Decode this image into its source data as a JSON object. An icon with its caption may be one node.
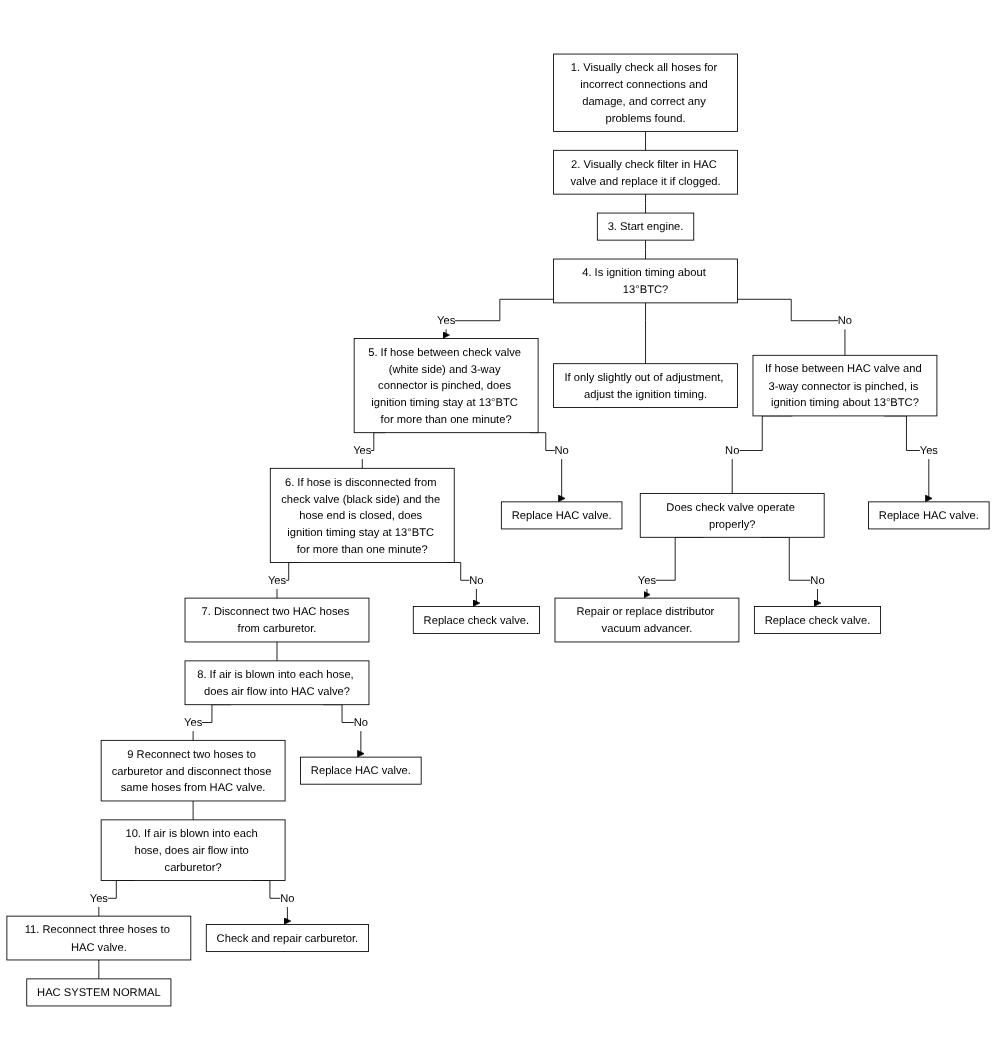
{
  "diagram": {
    "nodes": [
      {
        "text": [
          "1. Visually check all hoses for incorrect connections and damage, and correct any problems found."
        ]
      },
      {
        "text": [
          "2. Visually check filter in HAC valve and replace it if clogged."
        ]
      },
      {
        "text": [
          "3. Start engine."
        ]
      },
      {
        "text": [
          "If only slightly out of adjustment, adjust the ignition timing."
        ]
      },
      {
        "text": [
          "4. Is ignition timing about 13°BTC?"
        ]
      },
      {
        "text": [
          "If hose between HAC valve and 3-way connector is pinched, is ignition timing about 13°BTC?"
        ]
      },
      {
        "text": [
          "Replace HAC valve."
        ]
      },
      {
        "text": [
          "Does check valve operate properly?"
        ]
      },
      {
        "text": [
          "Replace check valve."
        ]
      },
      {
        "text": [
          "5. If hose between check valve (white side) and 3-way connector is pinched, does ignition timing stay at 13°BTC for more than one minute?"
        ]
      },
      {
        "text": [
          "Repair or replace distributor vacuum advancer."
        ]
      },
      {
        "text": [
          "Replace HAC valve."
        ]
      },
      {
        "text": [
          "6. If hose is disconnected from check valve (black side) and the hose end is closed, does ignition timing stay at 13°BTC for more than one minute?"
        ]
      },
      {
        "text": [
          "Replace check valve."
        ]
      },
      {
        "text": [
          "7. Disconnect two HAC hoses from carburetor."
        ]
      },
      {
        "text": [
          "8. If air is blown into each hose, does air flow into HAC valve?"
        ]
      },
      {
        "text": [
          "Replace HAC valve."
        ]
      },
      {
        "text": [
          "9 Reconnect two hoses to carburetor and disconnect those same hoses from HAC valve."
        ]
      },
      {
        "text": [
          "10. If air is blown into each hose, does air flow into carburetor?"
        ]
      },
      {
        "text": [
          "Check and repair carburetor."
        ]
      },
      {
        "text": [
          "11. Reconnect three hoses to HAC valve."
        ]
      },
      {
        "text": [
          "HAC SYSTEM NORMAL"
        ]
      }
    ],
    "edges": [
      {
        "from": 0,
        "to": 1,
        "arrow": "none"
      },
      {
        "from": 1,
        "to": 2,
        "arrow": "none"
      },
      {
        "from": 2,
        "to": 4,
        "arrow": "none"
      },
      {
        "from": 4,
        "to": 9,
        "arrow": "to",
        "label": "Yes"
      },
      {
        "from": 9,
        "to": 12,
        "arrow": "none",
        "label": "Yes"
      },
      {
        "from": 12,
        "to": 14,
        "arrow": "none",
        "label": "Yes"
      },
      {
        "from": 14,
        "to": 15,
        "arrow": "none"
      },
      {
        "from": 15,
        "to": 17,
        "arrow": "none",
        "label": "Yes"
      },
      {
        "from": 17,
        "to": 18,
        "arrow": "none"
      },
      {
        "from": 18,
        "to": 20,
        "arrow": "none",
        "label": "Yes"
      },
      {
        "from": 20,
        "to": 21,
        "arrow": "none"
      },
      {
        "from": 4,
        "to": 3,
        "arrow": "none"
      },
      {
        "from": 4,
        "to": 5,
        "arrow": "none",
        "label": "No"
      },
      {
        "from": 5,
        "to": 7,
        "arrow": "none",
        "label": "No"
      },
      {
        "from": 5,
        "to": 6,
        "arrow": "to",
        "label": "Yes"
      },
      {
        "from": 7,
        "to": 10,
        "arrow": "to",
        "label": "Yes"
      },
      {
        "from": 7,
        "to": 8,
        "arrow": "to",
        "label": "No"
      },
      {
        "from": 9,
        "to": 11,
        "arrow": "to",
        "label": "No"
      },
      {
        "from": 12,
        "to": 13,
        "arrow": "to",
        "label": "No"
      },
      {
        "from": 15,
        "to": 16,
        "arrow": "to",
        "label": "No"
      },
      {
        "from": 18,
        "to": 19,
        "arrow": "to",
        "label": "No"
      }
    ]
  }
}
